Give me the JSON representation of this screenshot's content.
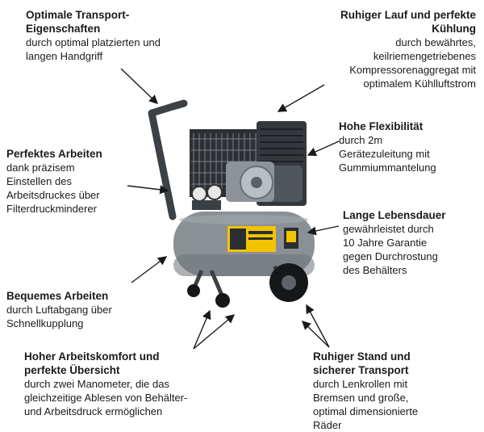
{
  "callouts": {
    "transport": {
      "title": "Optimale Transport-\nEigenschaften",
      "body": "durch optimal platzierten und\nlangen Handgriff"
    },
    "cooling": {
      "title": "Ruhiger Lauf und perfekte\nKühlung",
      "body": "durch bewährtes,\nkeilriemengetriebenes\nKompressorenaggregat mit\noptimalem Kühlluftstrom"
    },
    "flex": {
      "title": "Hohe Flexibilität",
      "body": "durch 2m\nGerätezuleitung mit\nGummiummantelung"
    },
    "working": {
      "title": "Perfektes Arbeiten",
      "body": "dank präzisem\nEinstellen des\nArbeitsdruckes über\nFilterdruckminderer"
    },
    "life": {
      "title": "Lange Lebensdauer",
      "body": "gewährleistet durch\n10 Jahre Garantie\ngegen Durchrostung\ndes Behälters"
    },
    "comfort": {
      "title": "Bequemes Arbeiten",
      "body": "durch Luftabgang über\nSchnellkupplung"
    },
    "overview": {
      "title": "Hoher Arbeitskomfort und\nperfekte Übersicht",
      "body": "durch zwei Manometer, die das\ngleichzeitige Ablesen von Behälter-\nund Arbeitsdruck ermöglichen"
    },
    "stand": {
      "title": "Ruhiger Stand und\nsicherer Transport",
      "body": "durch Lenkrollen mit\nBremsen und große,\noptimal dimensionierte\nRäder"
    }
  },
  "colors": {
    "tank": "#8a9096",
    "tank_dark": "#5c6268",
    "accent": "#f2c300",
    "text": "#1a1a1a"
  }
}
